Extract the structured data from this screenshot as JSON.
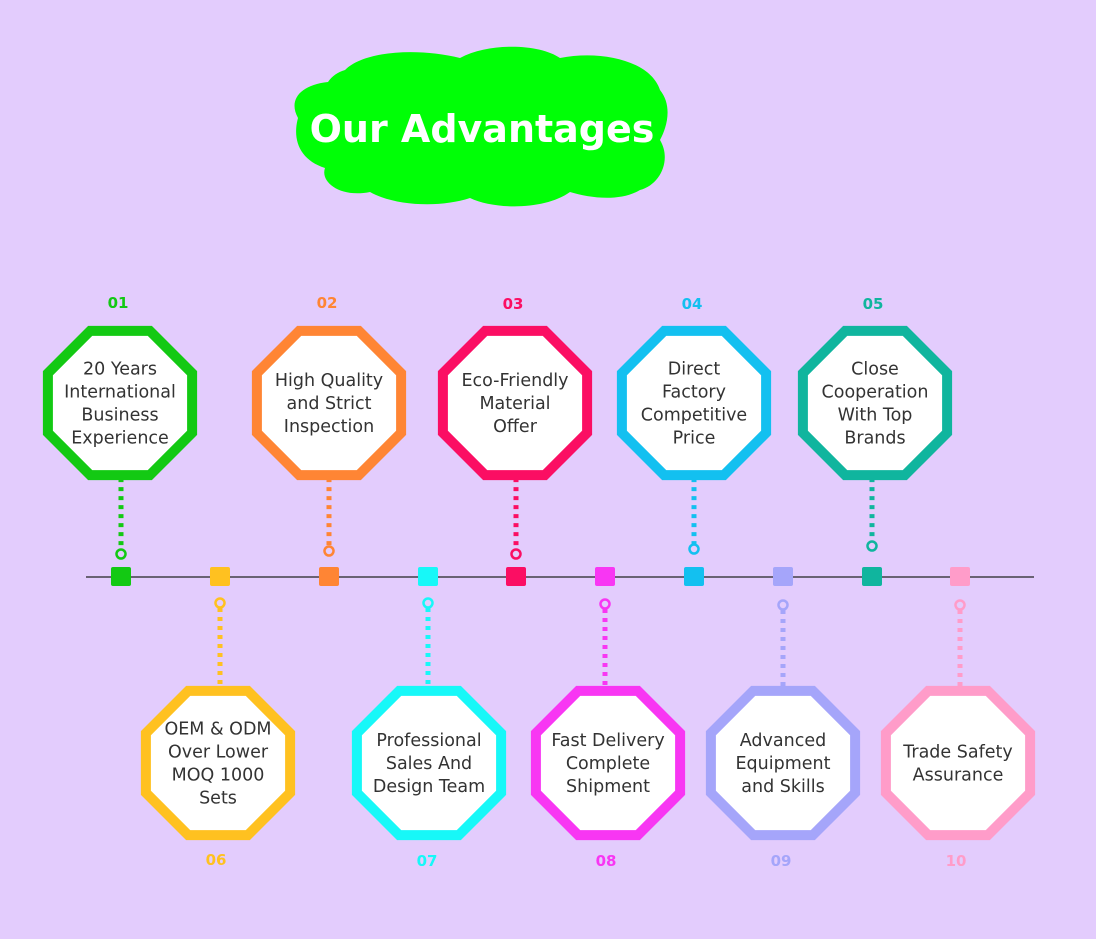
{
  "title": "Our Advantages",
  "colors": {
    "background": "#e3ccfd",
    "title_cloud": "#00ff06",
    "axis_line": "#222222",
    "label_text": "#333333"
  },
  "items": [
    {
      "number": "01",
      "lines": [
        "20 Years",
        "International",
        "Business",
        "Experience"
      ],
      "color": "#13c913",
      "side": "top"
    },
    {
      "number": "02",
      "lines": [
        "High Quality",
        "and Strict",
        "Inspection"
      ],
      "color": "#ff8534",
      "side": "top"
    },
    {
      "number": "03",
      "lines": [
        "Eco-Friendly",
        "Material",
        "Offer"
      ],
      "color": "#fb0e63",
      "side": "top"
    },
    {
      "number": "04",
      "lines": [
        "Direct",
        "Factory",
        "Competitive",
        "Price"
      ],
      "color": "#13c0f0",
      "side": "top"
    },
    {
      "number": "05",
      "lines": [
        "Close",
        "Cooperation",
        "With Top",
        "Brands"
      ],
      "color": "#10b59e",
      "side": "top"
    },
    {
      "number": "06",
      "lines": [
        "OEM & ODM",
        "Over Lower",
        "MOQ 1000",
        "Sets"
      ],
      "color": "#ffc120",
      "side": "bottom"
    },
    {
      "number": "07",
      "lines": [
        "Professional",
        "Sales And",
        "Design Team"
      ],
      "color": "#17f8f8",
      "side": "bottom"
    },
    {
      "number": "08",
      "lines": [
        "Fast Delivery",
        "Complete",
        "Shipment"
      ],
      "color": "#f836f3",
      "side": "bottom"
    },
    {
      "number": "09",
      "lines": [
        "Advanced",
        "Equipment",
        "and Skills"
      ],
      "color": "#a5a5fa",
      "side": "bottom"
    },
    {
      "number": "10",
      "lines": [
        "Trade Safety",
        "Assurance"
      ],
      "color": "#ff9cc9",
      "side": "bottom"
    }
  ]
}
